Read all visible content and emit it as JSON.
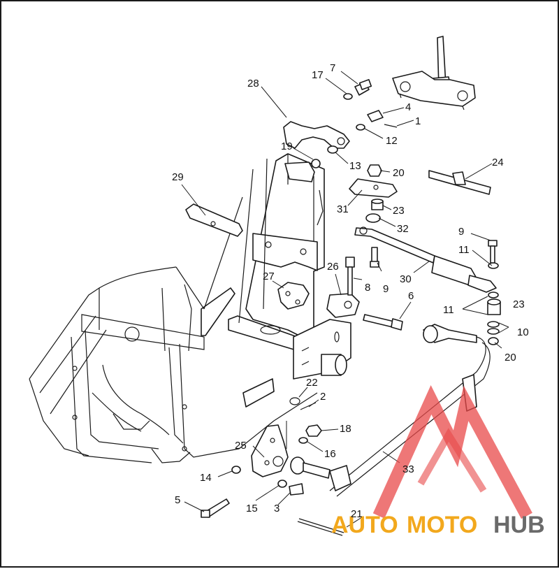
{
  "diagram": {
    "callouts": [
      {
        "id": "c7",
        "label": "7"
      },
      {
        "id": "c17",
        "label": "17"
      },
      {
        "id": "c28",
        "label": "28"
      },
      {
        "id": "c4",
        "label": "4"
      },
      {
        "id": "c1",
        "label": "1"
      },
      {
        "id": "c12",
        "label": "12"
      },
      {
        "id": "c19",
        "label": "19"
      },
      {
        "id": "c13",
        "label": "13"
      },
      {
        "id": "c20a",
        "label": "20"
      },
      {
        "id": "c24",
        "label": "24"
      },
      {
        "id": "c29",
        "label": "29"
      },
      {
        "id": "c31",
        "label": "31"
      },
      {
        "id": "c23a",
        "label": "23"
      },
      {
        "id": "c32",
        "label": "32"
      },
      {
        "id": "c9a",
        "label": "9"
      },
      {
        "id": "c11a",
        "label": "11"
      },
      {
        "id": "c26",
        "label": "26"
      },
      {
        "id": "c27",
        "label": "27"
      },
      {
        "id": "c8",
        "label": "8"
      },
      {
        "id": "c9b",
        "label": "9"
      },
      {
        "id": "c30",
        "label": "30"
      },
      {
        "id": "c6",
        "label": "6"
      },
      {
        "id": "c11b",
        "label": "11"
      },
      {
        "id": "c23b",
        "label": "23"
      },
      {
        "id": "c10",
        "label": "10"
      },
      {
        "id": "c20b",
        "label": "20"
      },
      {
        "id": "c22",
        "label": "22"
      },
      {
        "id": "c2",
        "label": "2"
      },
      {
        "id": "c18",
        "label": "18"
      },
      {
        "id": "c25",
        "label": "25"
      },
      {
        "id": "c16",
        "label": "16"
      },
      {
        "id": "c33",
        "label": "33"
      },
      {
        "id": "c14",
        "label": "14"
      },
      {
        "id": "c5",
        "label": "5"
      },
      {
        "id": "c15",
        "label": "15"
      },
      {
        "id": "c3",
        "label": "3"
      },
      {
        "id": "c21",
        "label": "21"
      }
    ]
  },
  "watermark": {
    "part1": "AUTO",
    "part2": "MOTO",
    "part3": "HUB",
    "colors": {
      "triangle": "#e84a4a",
      "auto": "#f2a81d",
      "moto": "#f2a81d",
      "hub": "#6a6a6a"
    }
  }
}
